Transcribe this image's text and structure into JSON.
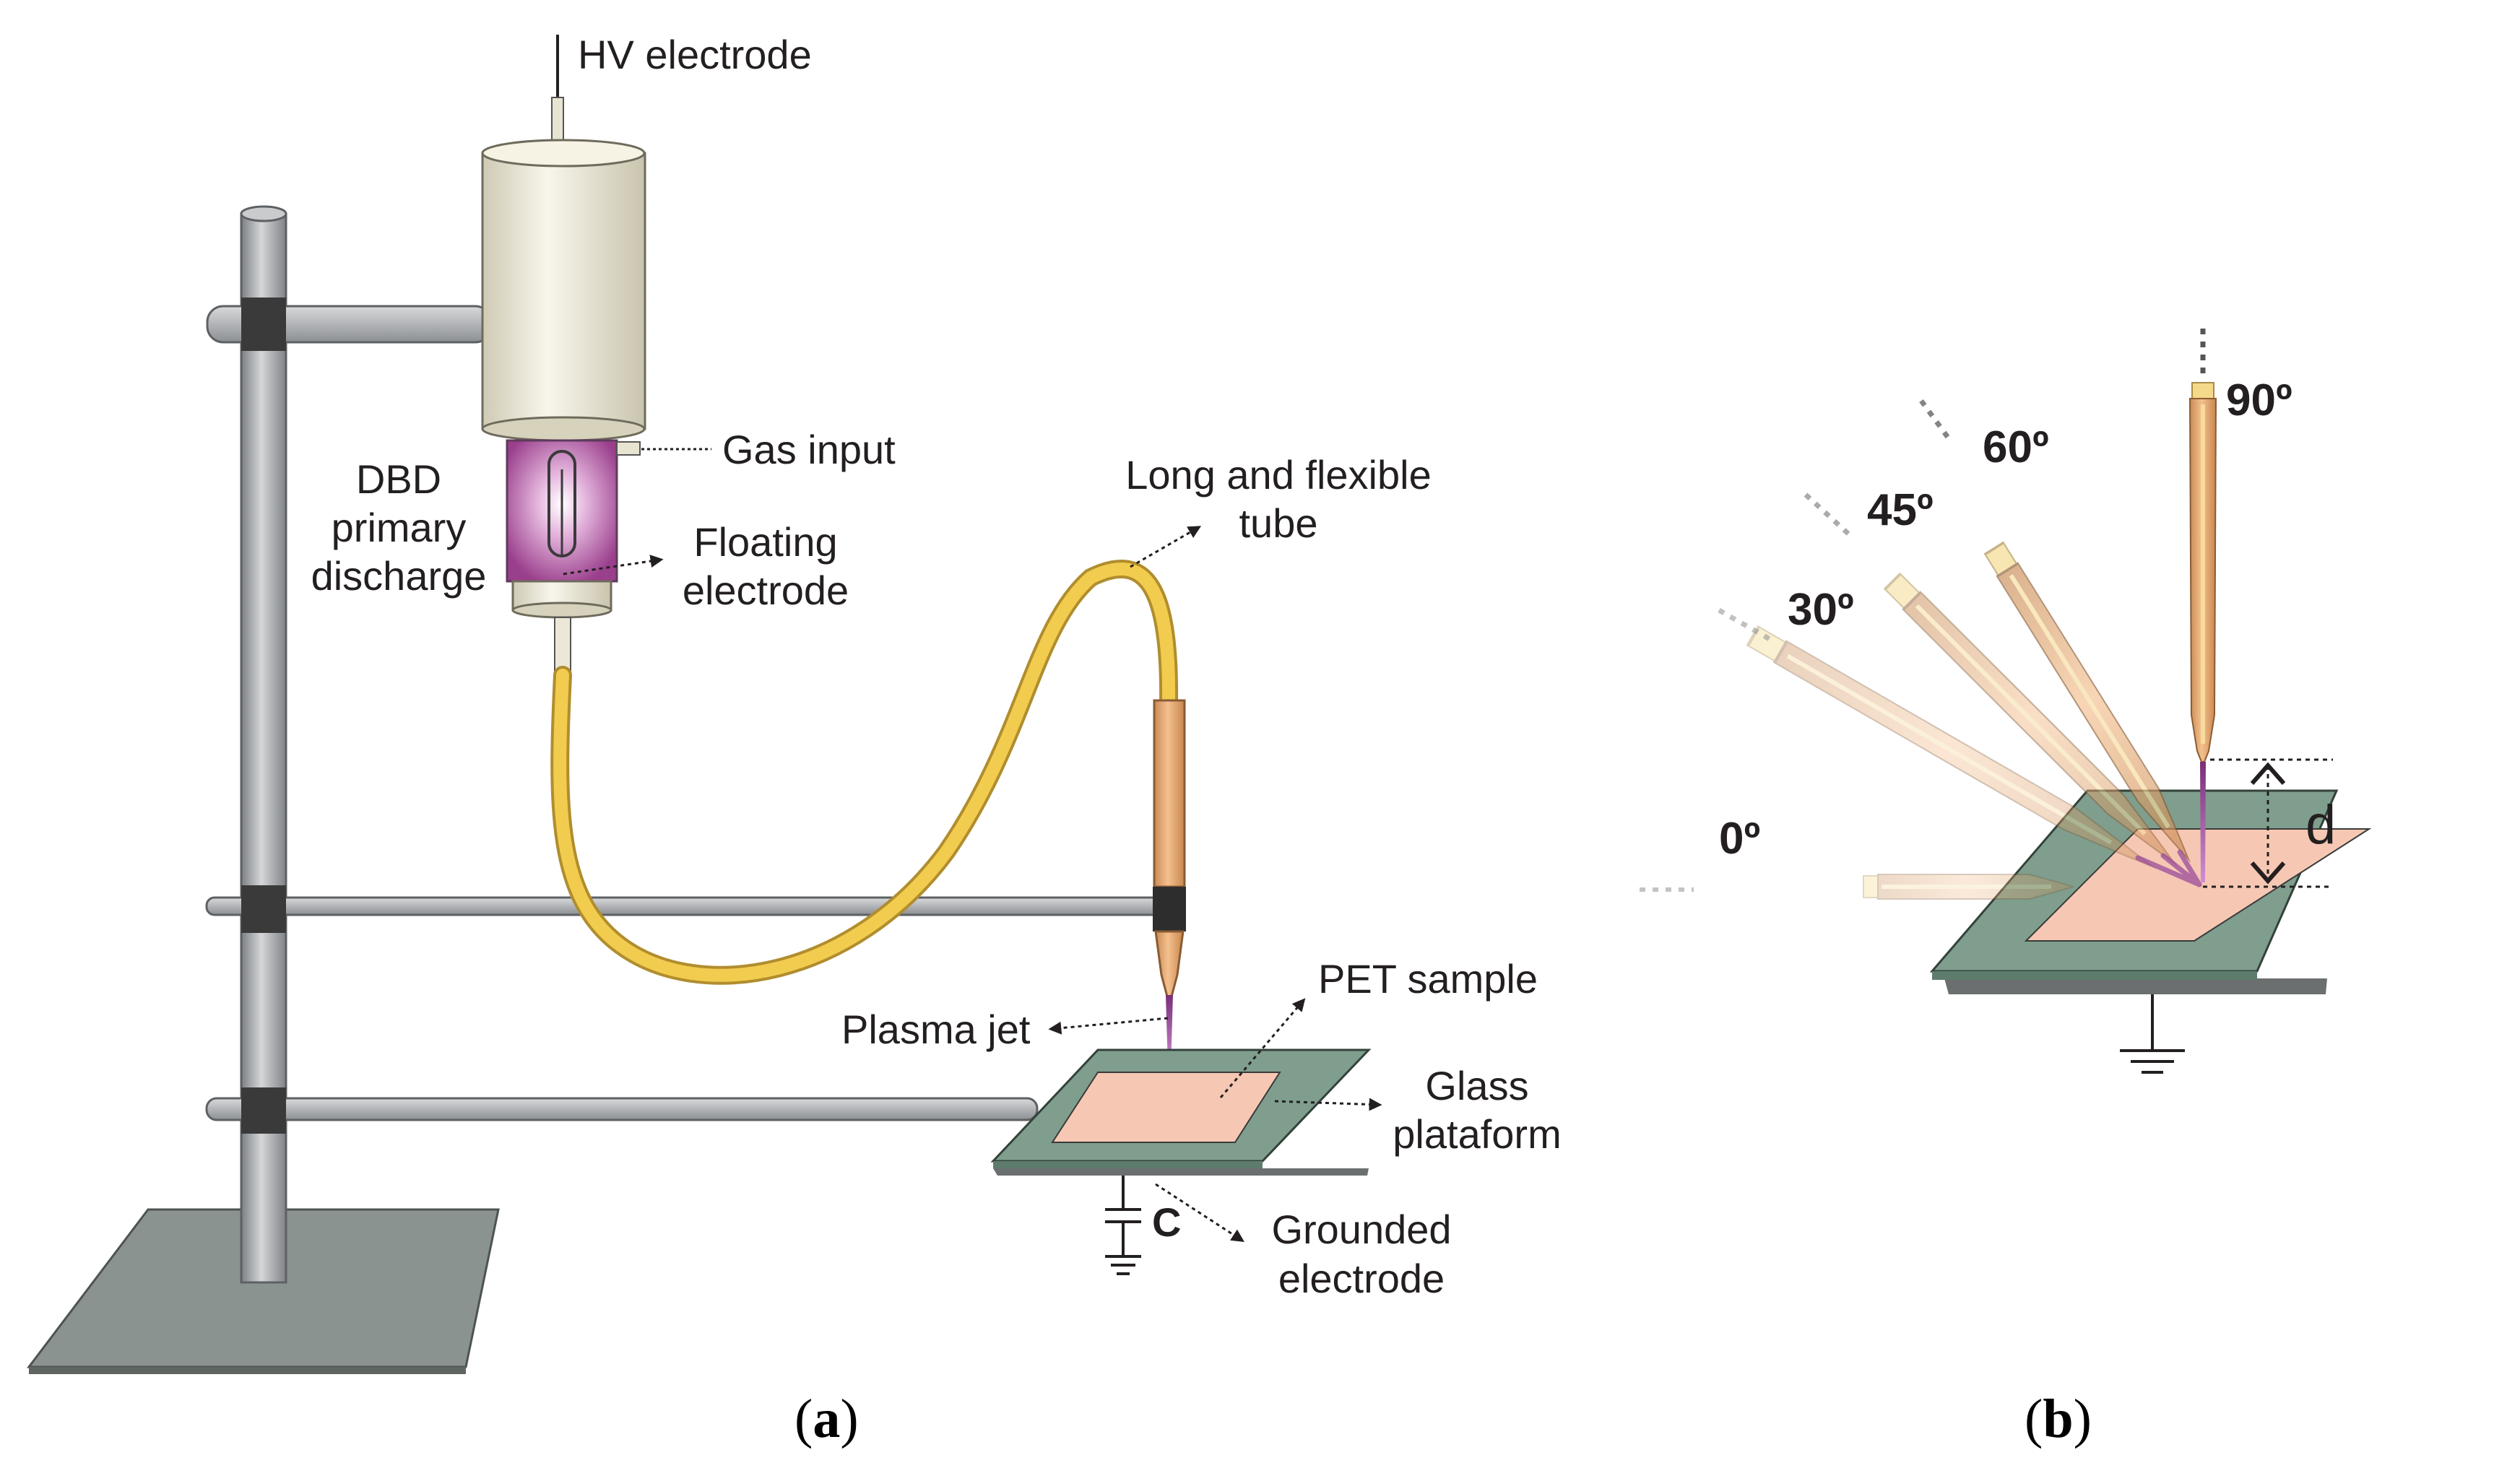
{
  "panel_a": {
    "caption_open": "(",
    "caption_letter": "a",
    "caption_close": ")",
    "labels": {
      "hv_electrode": "HV electrode",
      "gas_input": "Gas input",
      "dbd_line1": "DBD",
      "dbd_line2": "primary",
      "dbd_line3": "discharge",
      "floating_line1": "Floating",
      "floating_line2": "electrode",
      "tube_line1": "Long and flexible",
      "tube_line2": "tube",
      "pet_sample": "PET sample",
      "plasma_jet": "Plasma jet",
      "glass_line1": "Glass",
      "glass_line2": "plataform",
      "capacitor": "C",
      "grounded_line1": "Grounded",
      "grounded_line2": "electrode"
    }
  },
  "panel_b": {
    "caption_open": "(",
    "caption_letter": "b",
    "caption_close": ")",
    "angles": [
      "0º",
      "30º",
      "45º",
      "60º",
      "90º"
    ],
    "distance_label": "d"
  },
  "colors": {
    "rod": "#a7a9ac",
    "clamp": "#3a3a3a",
    "base": "#8a938f",
    "cylinder": "#ede9d6",
    "discharge": "#a9449a",
    "flex_tube": "#f2cc4e",
    "nozzle": "#e2a36a",
    "glass": "#7f9e8e",
    "sample": "#f6c8b4"
  }
}
